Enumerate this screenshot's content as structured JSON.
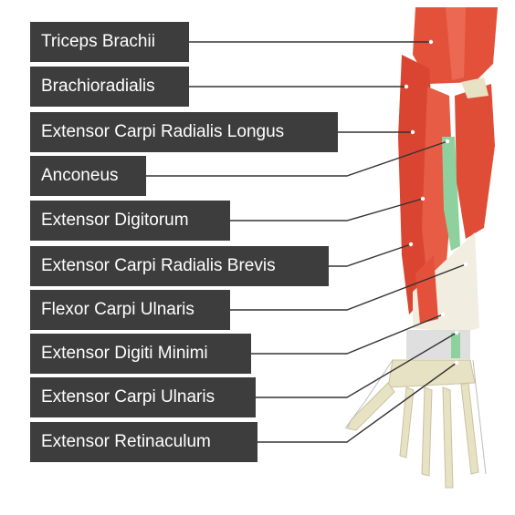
{
  "diagram": {
    "labels": [
      {
        "id": "triceps",
        "text": "Triceps Brachii"
      },
      {
        "id": "brachioradialis",
        "text": "Brachioradialis"
      },
      {
        "id": "ecrl",
        "text": "Extensor Carpi Radialis Longus"
      },
      {
        "id": "anconeus",
        "text": "Anconeus"
      },
      {
        "id": "ed",
        "text": "Extensor Digitorum"
      },
      {
        "id": "ecrb",
        "text": "Extensor Carpi Radialis Brevis"
      },
      {
        "id": "fcu",
        "text": "Flexor Carpi Ulnaris"
      },
      {
        "id": "edm",
        "text": "Extensor Digiti Minimi"
      },
      {
        "id": "ecu",
        "text": "Extensor Carpi Ulnaris"
      },
      {
        "id": "er",
        "text": "Extensor Retinaculum"
      }
    ],
    "colors": {
      "label_bg": "#3d3d3d",
      "label_text": "#ffffff",
      "leader_line": "#333333",
      "muscle": "#e4513b",
      "muscle_dark": "#c23a27",
      "anconeus": "#8fd19e",
      "bone": "#e8e2c4",
      "retinaculum": "#d9d9d9"
    }
  }
}
